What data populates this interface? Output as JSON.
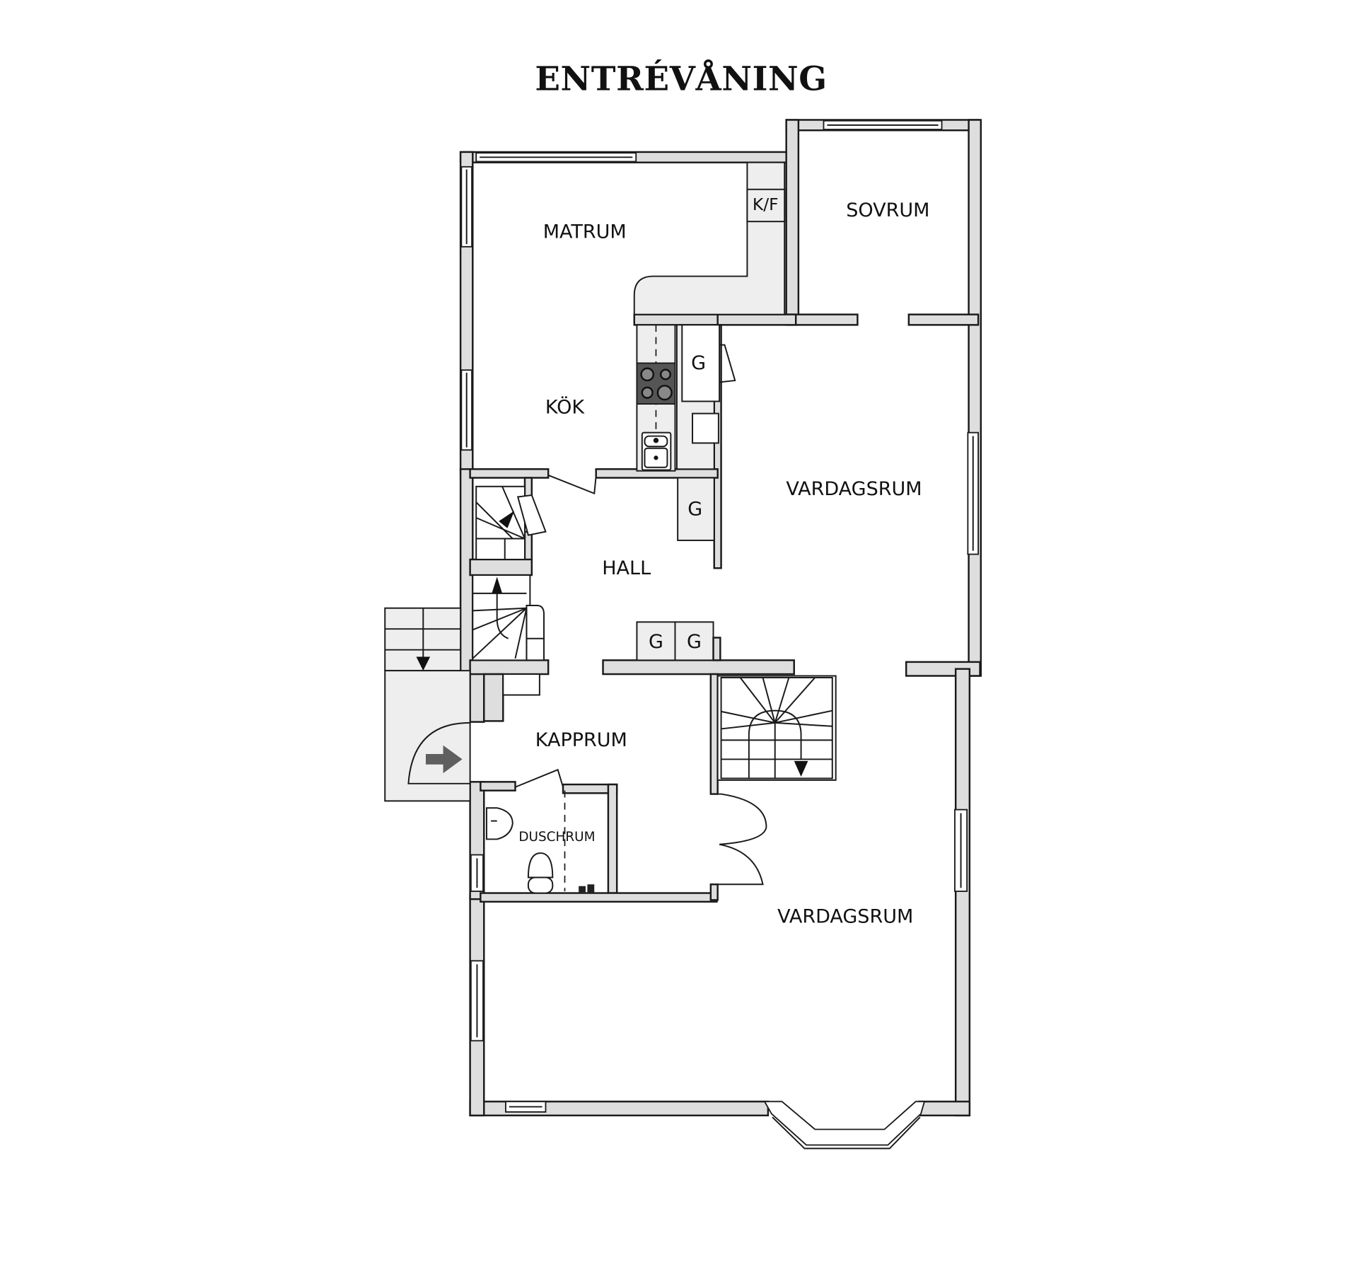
{
  "plan": {
    "title": "ENTRÉVÅNING",
    "rooms": {
      "matrum": "MATRUM",
      "kok": "KÖK",
      "sovrum": "SOVRUM",
      "vardagsrum_upper": "VARDAGSRUM",
      "vardagsrum_lower": "VARDAGSRUM",
      "hall": "HALL",
      "kapprum": "KAPPRUM",
      "duschrum": "DUSCHRUM"
    },
    "fixtures": {
      "fridge_freezer": "K/F",
      "closet_kitchen": "G",
      "closet_hall": "G",
      "closet_pair_1": "G",
      "closet_pair_2": "G"
    },
    "colors": {
      "wall": "#dedede",
      "stroke": "#1a1a1a",
      "stove": "#555555",
      "entry_arrow": "#5f5f5f"
    }
  }
}
